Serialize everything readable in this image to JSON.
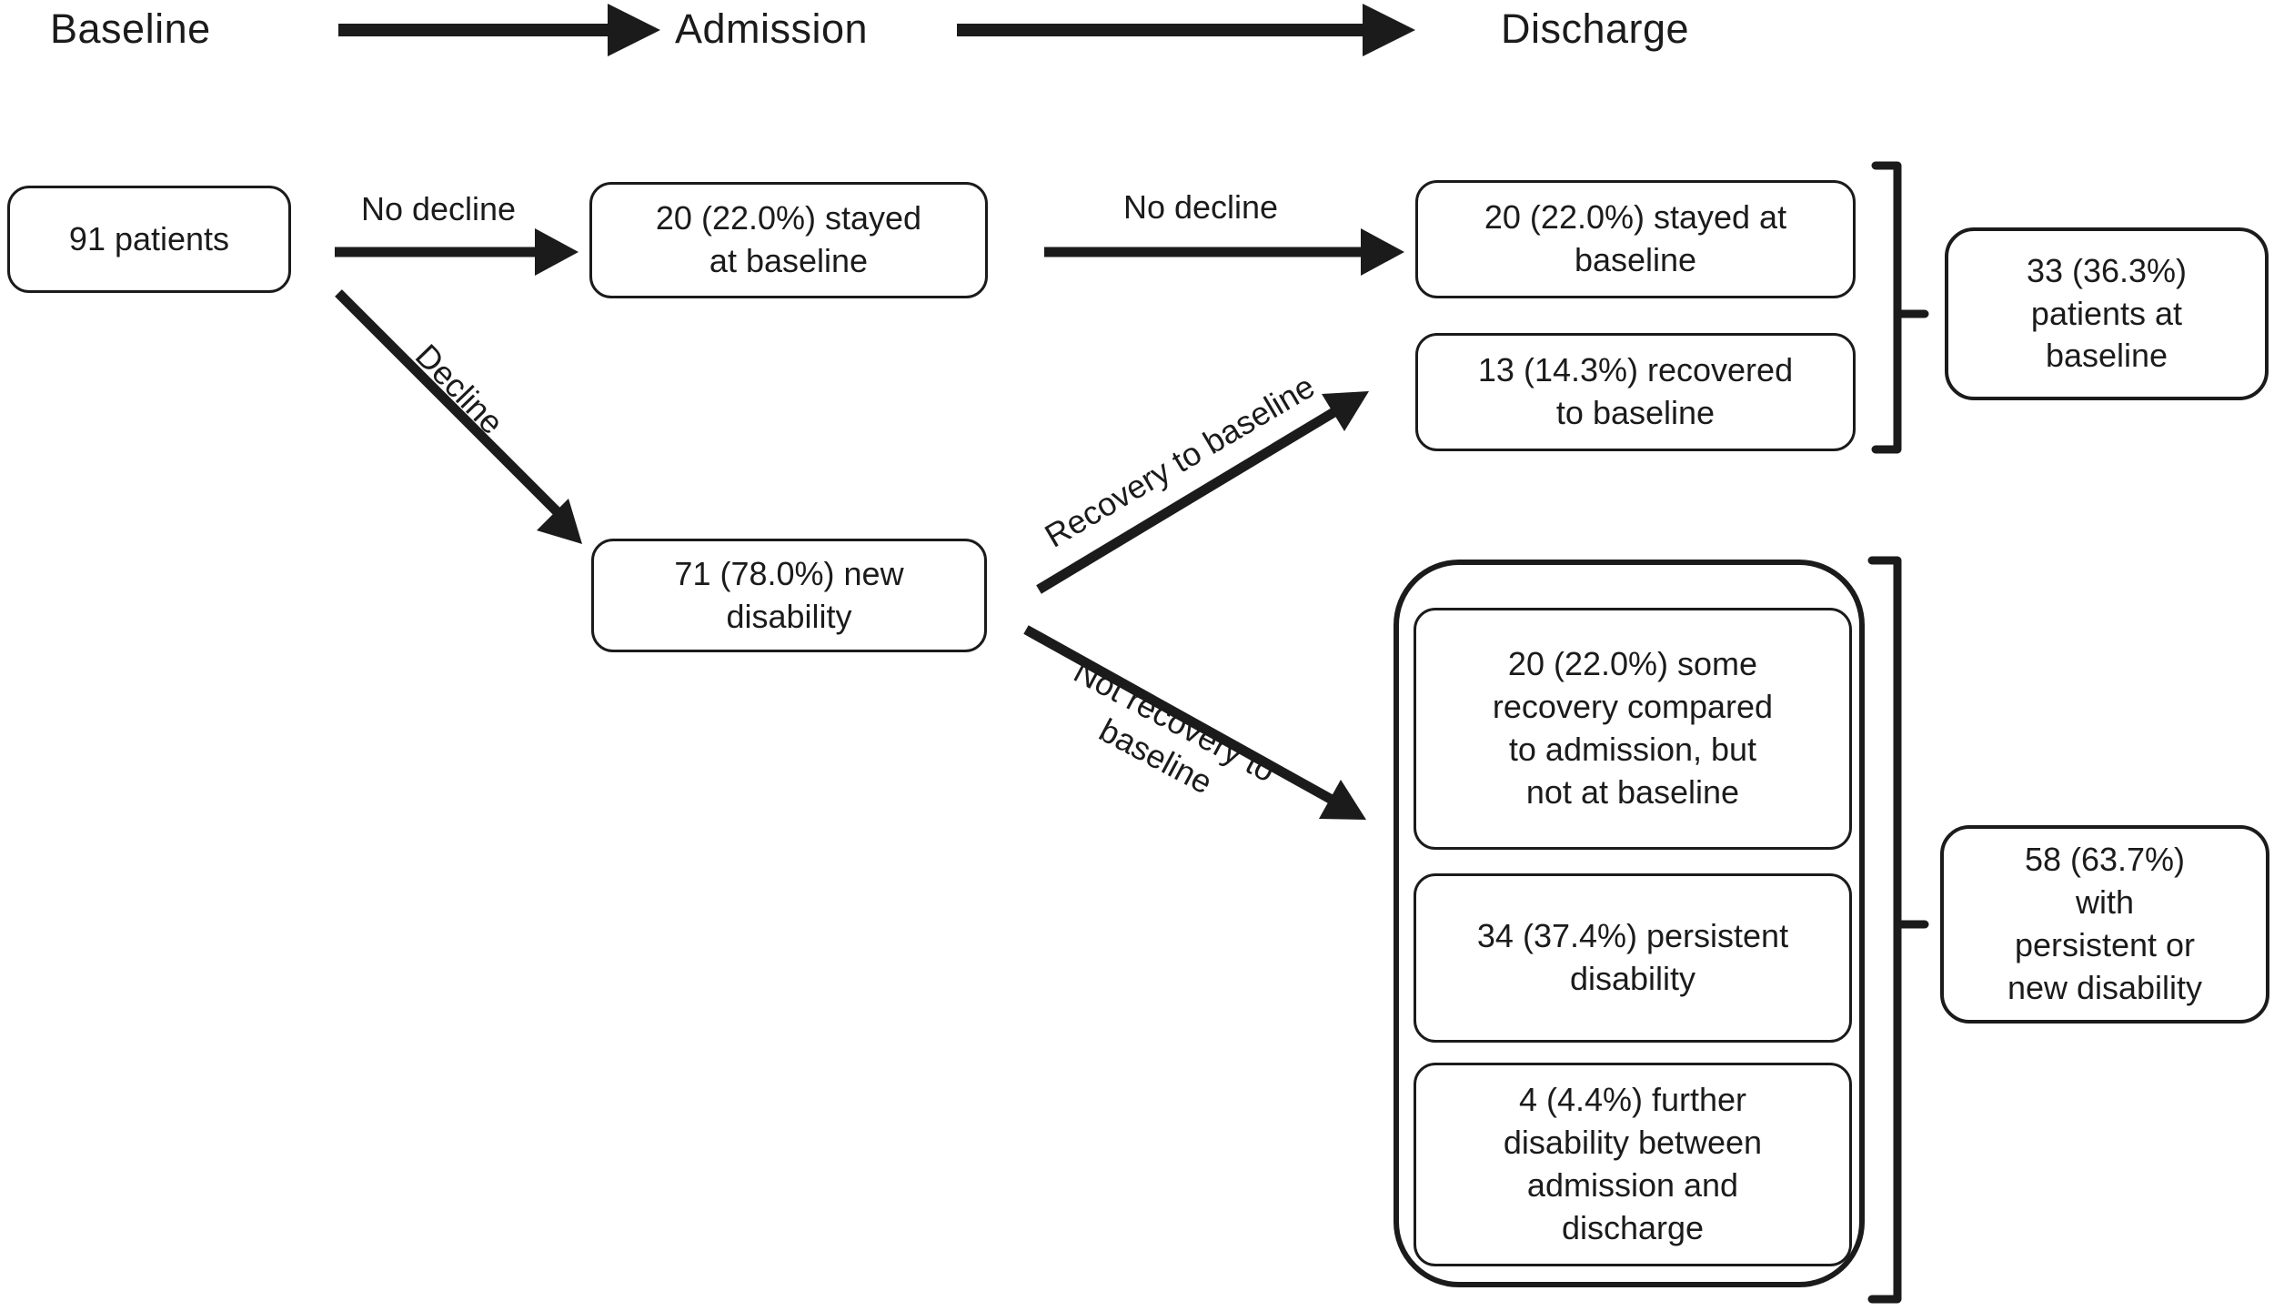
{
  "stages": {
    "baseline": "Baseline",
    "admission": "Admission",
    "discharge": "Discharge"
  },
  "nodes": {
    "patients": "91 patients",
    "admission_stayed": "20 (22.0%) stayed\nat baseline",
    "new_disability": "71 (78.0%) new\ndisability",
    "discharge_stayed": "20 (22.0%) stayed at\nbaseline",
    "recovered": "13 (14.3%) recovered\nto baseline",
    "some_recovery": "20 (22.0%) some\nrecovery compared\nto admission, but\nnot at baseline",
    "persistent_disability": "34 (37.4%) persistent\ndisability",
    "further_disability": "4 (4.4%) further\ndisability between\nadmission and\ndischarge",
    "baseline_total": "33 (36.3%)\npatients at\nbaseline",
    "disability_total": "58 (63.7%)\nwith\npersistent or\nnew disability"
  },
  "edges": {
    "no_decline_1": "No decline",
    "no_decline_2": "No decline",
    "decline": "Decline",
    "recovery": "Recovery to baseline",
    "not_recovery": "Not recovery to\nbaseline"
  },
  "colors": {
    "ink": "#1b1b1b",
    "background": "#ffffff"
  }
}
